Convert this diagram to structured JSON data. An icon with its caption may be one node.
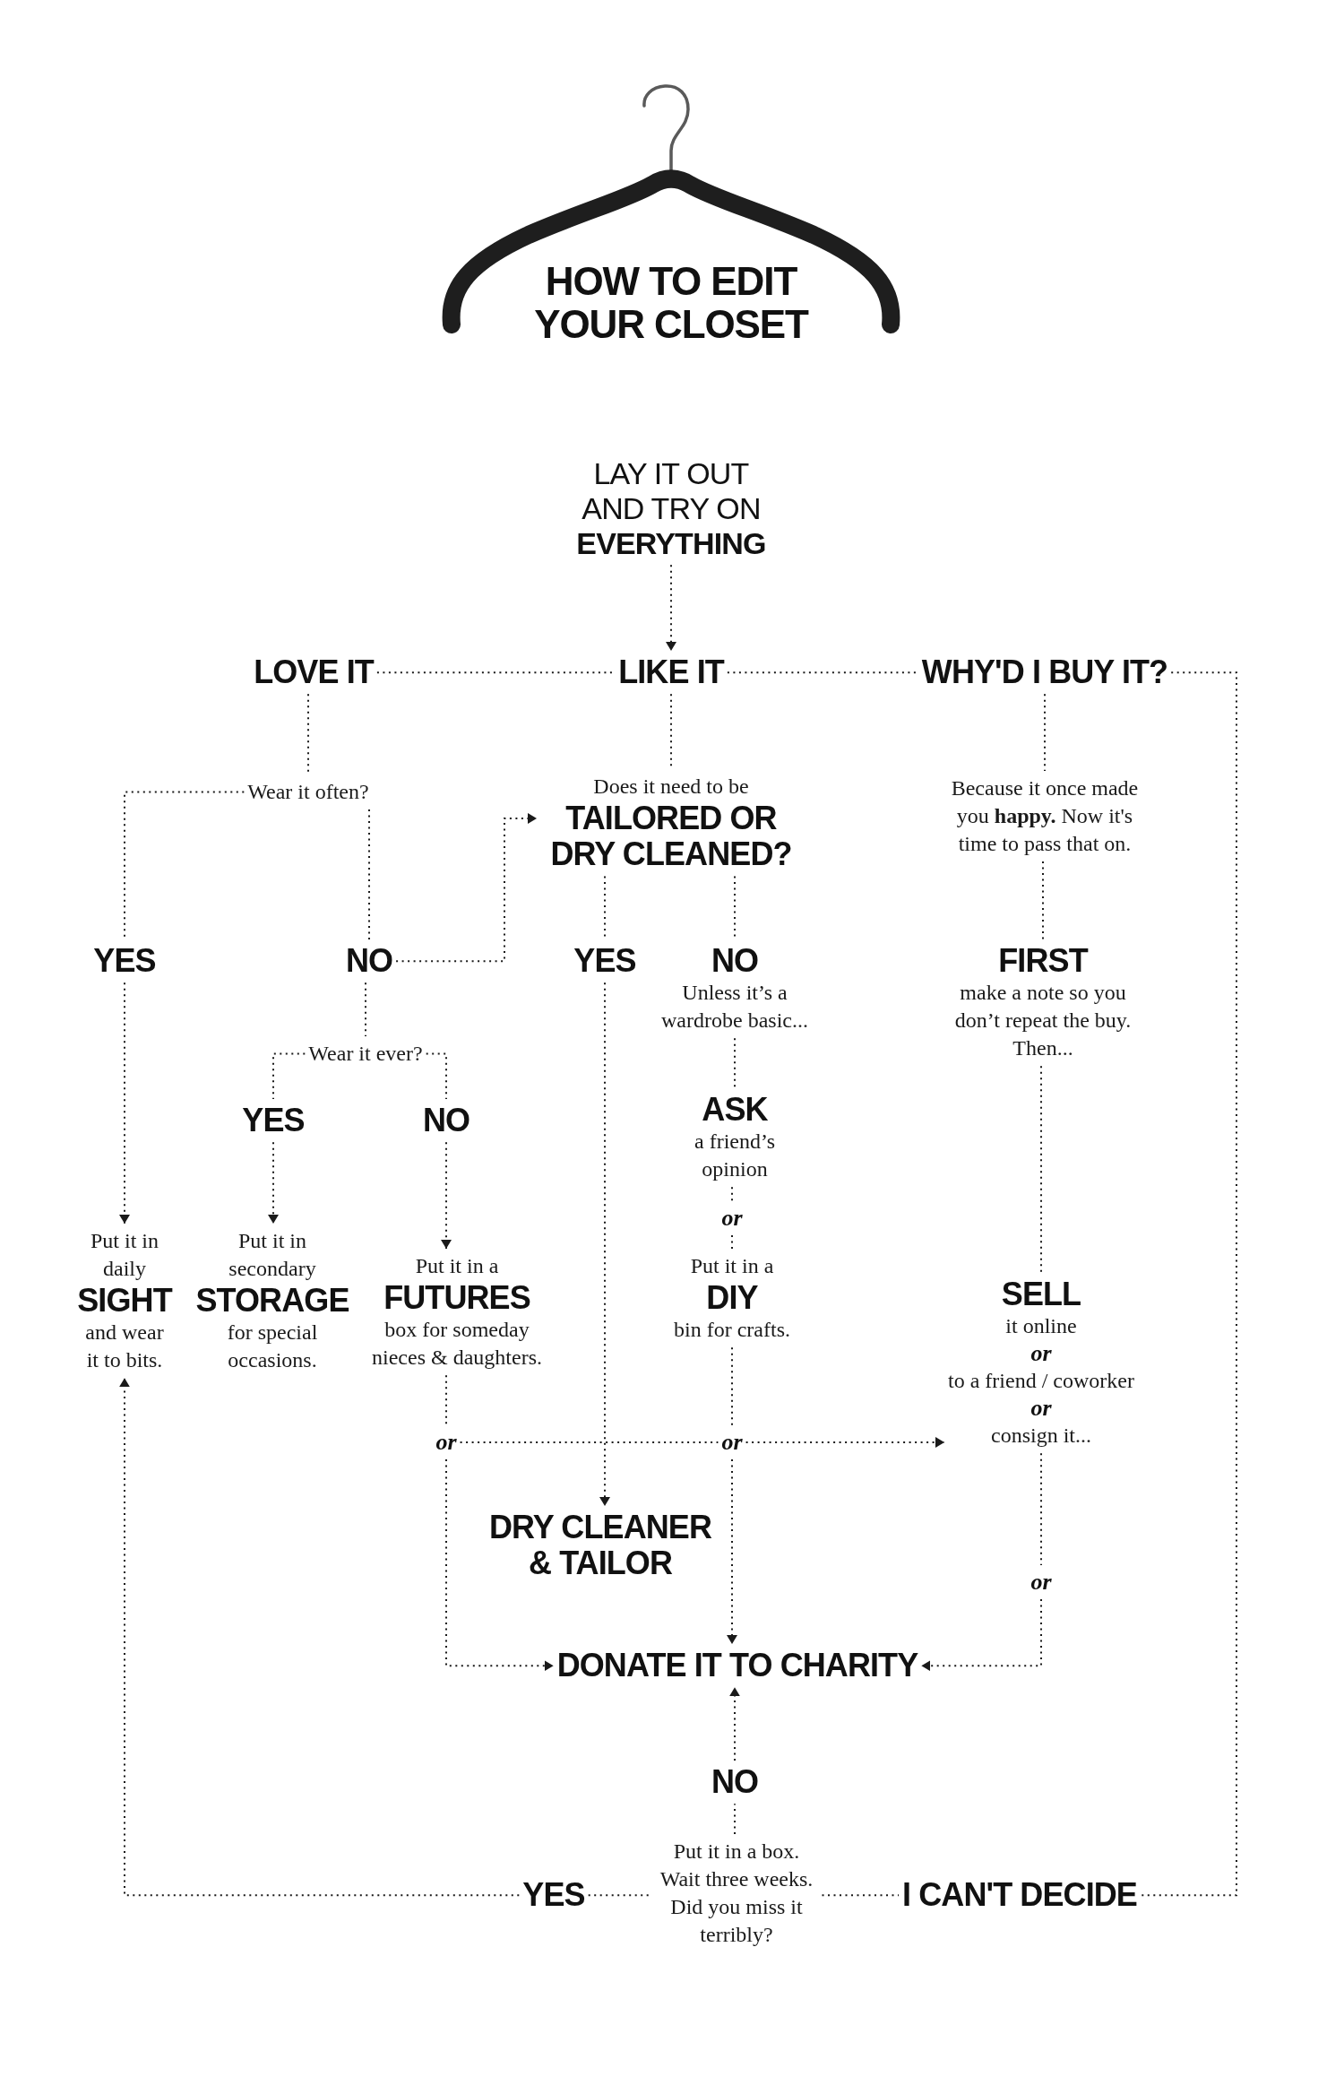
{
  "diagram": {
    "title": "HOW TO EDIT YOUR CLOSET",
    "nodes": [
      {
        "text": [
          "LAY IT OUT AND TRY ON **EVERYTHING**"
        ]
      },
      {
        "text": [
          "LOVE IT"
        ]
      },
      {
        "text": [
          "LIKE IT"
        ]
      },
      {
        "text": [
          "WHY'D I BUY IT?"
        ]
      },
      {
        "text": [
          "Wear it often?"
        ]
      },
      {
        "text": [
          "Does it need to be",
          "TAILORED OR DRY CLEANED?"
        ]
      },
      {
        "text": [
          "Because it once made you **happy.** Now it's time to pass that on."
        ]
      },
      {
        "text": [
          "YES"
        ]
      },
      {
        "text": [
          "NO"
        ]
      },
      {
        "text": [
          "YES"
        ]
      },
      {
        "text": [
          "NO",
          "Unless it’s a wardrobe basic..."
        ]
      },
      {
        "text": [
          "FIRST",
          "make a note so you don’t repeat the buy. Then..."
        ]
      },
      {
        "text": [
          "Wear it ever?"
        ]
      },
      {
        "text": [
          "YES"
        ]
      },
      {
        "text": [
          "NO"
        ]
      },
      {
        "text": [
          "ASK",
          "a friend’s opinion"
        ]
      },
      {
        "text": [
          "or"
        ]
      },
      {
        "text": [
          "Put it in daily",
          "SIGHT",
          "and wear it to bits."
        ]
      },
      {
        "text": [
          "Put it in secondary",
          "STORAGE",
          "for special occasions."
        ]
      },
      {
        "text": [
          "Put it in a",
          "FUTURES",
          "box for someday nieces & daughters."
        ]
      },
      {
        "text": [
          "Put it in a",
          "DIY",
          "bin for crafts."
        ]
      },
      {
        "text": [
          "SELL",
          "it online",
          "or",
          "to a friend / coworker",
          "or",
          "consign it..."
        ]
      },
      {
        "text": [
          "or"
        ]
      },
      {
        "text": [
          "or"
        ]
      },
      {
        "text": [
          "DRY CLEANER & TAILOR"
        ]
      },
      {
        "text": [
          "or"
        ]
      },
      {
        "text": [
          "DONATE IT TO CHARITY"
        ]
      },
      {
        "text": [
          "NO"
        ]
      },
      {
        "text": [
          "Put it in a box. Wait three weeks. Did you miss it terribly?"
        ]
      },
      {
        "text": [
          "YES"
        ]
      },
      {
        "text": [
          "I CAN'T DECIDE"
        ]
      }
    ],
    "edges": [
      {
        "from": 0,
        "to": 2,
        "arrow": "to"
      },
      {
        "from": 1,
        "to": 2,
        "arrow": "none"
      },
      {
        "from": 2,
        "to": 3,
        "arrow": "none"
      },
      {
        "from": 3,
        "to": 30,
        "arrow": "none"
      },
      {
        "from": 1,
        "to": 4,
        "arrow": "none"
      },
      {
        "from": 2,
        "to": 5,
        "arrow": "none"
      },
      {
        "from": 3,
        "to": 6,
        "arrow": "none"
      },
      {
        "from": 4,
        "to": 7,
        "arrow": "none"
      },
      {
        "from": 4,
        "to": 8,
        "arrow": "none"
      },
      {
        "from": 8,
        "to": 5,
        "arrow": "to"
      },
      {
        "from": 5,
        "to": 9,
        "arrow": "none"
      },
      {
        "from": 5,
        "to": 10,
        "arrow": "none"
      },
      {
        "from": 6,
        "to": 11,
        "arrow": "none"
      },
      {
        "from": 8,
        "to": 12,
        "arrow": "none"
      },
      {
        "from": 12,
        "to": 13,
        "arrow": "none"
      },
      {
        "from": 12,
        "to": 14,
        "arrow": "none"
      },
      {
        "from": 7,
        "to": 17,
        "arrow": "to"
      },
      {
        "from": 13,
        "to": 18,
        "arrow": "to"
      },
      {
        "from": 14,
        "to": 19,
        "arrow": "to"
      },
      {
        "from": 10,
        "to": 15,
        "arrow": "none"
      },
      {
        "from": 15,
        "to": 16,
        "arrow": "none"
      },
      {
        "from": 16,
        "to": 20,
        "arrow": "none"
      },
      {
        "from": 11,
        "to": 21,
        "arrow": "none"
      },
      {
        "from": 9,
        "to": 24,
        "arrow": "to"
      },
      {
        "from": 19,
        "to": 22,
        "arrow": "none"
      },
      {
        "from": 22,
        "to": 23,
        "arrow": "none"
      },
      {
        "from": 20,
        "to": 23,
        "arrow": "none"
      },
      {
        "from": 23,
        "to": 21,
        "arrow": "to"
      },
      {
        "from": 22,
        "to": 26,
        "arrow": "to"
      },
      {
        "from": 23,
        "to": 26,
        "arrow": "to"
      },
      {
        "from": 21,
        "to": 25,
        "arrow": "none"
      },
      {
        "from": 25,
        "to": 26,
        "arrow": "to"
      },
      {
        "from": 27,
        "to": 26,
        "arrow": "to"
      },
      {
        "from": 28,
        "to": 27,
        "arrow": "none"
      },
      {
        "from": 29,
        "to": 28,
        "arrow": "none"
      },
      {
        "from": 28,
        "to": 30,
        "arrow": "none"
      },
      {
        "from": 29,
        "to": 17,
        "arrow": "to"
      }
    ]
  }
}
